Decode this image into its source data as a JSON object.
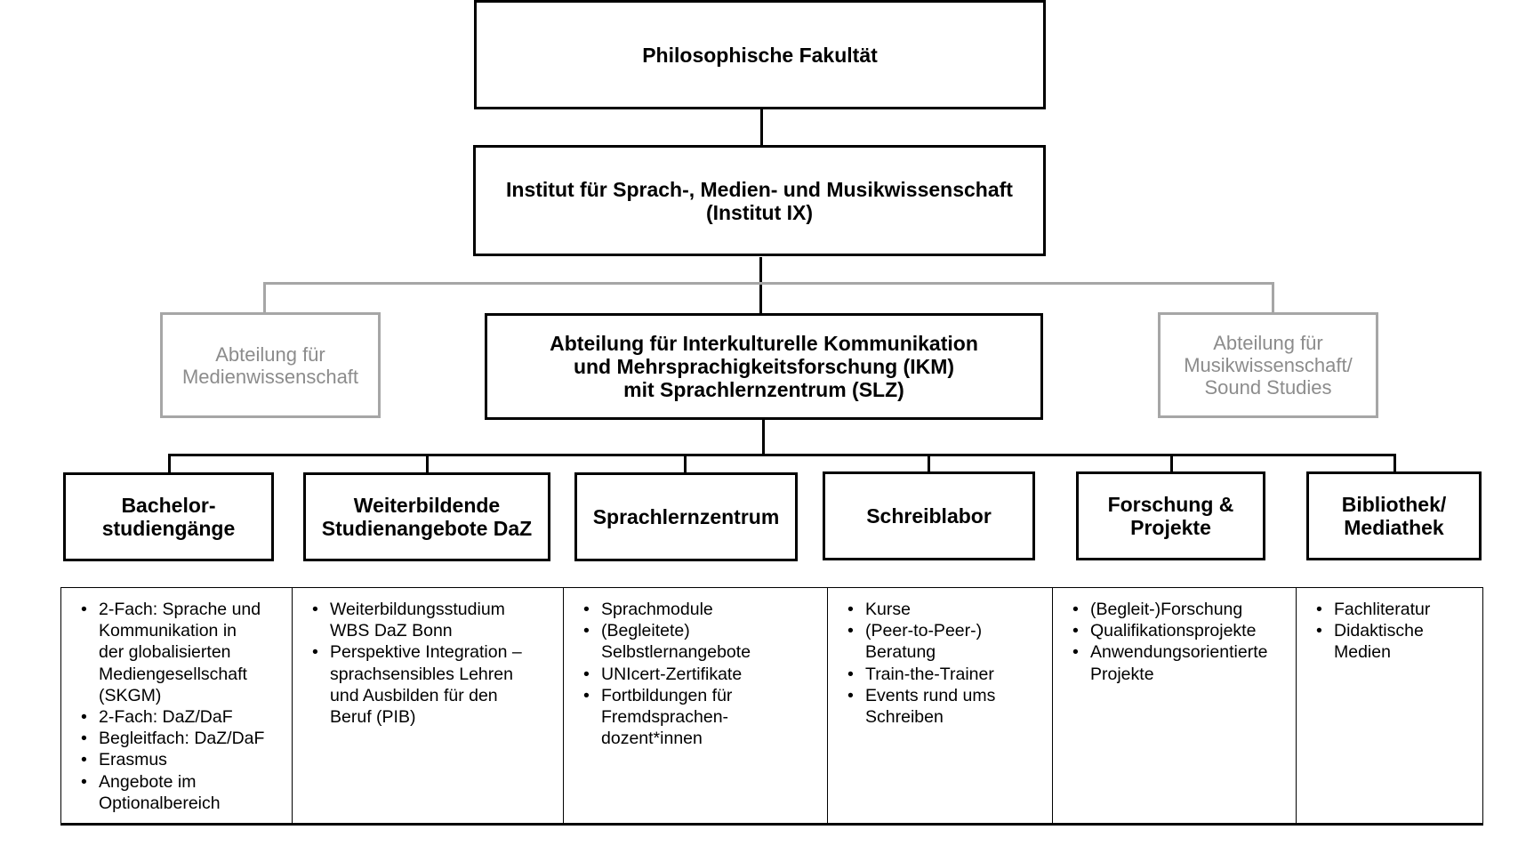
{
  "faculty": "Philosophische Fakultät",
  "institute": "Institut für Sprach-, Medien- und Musikwissenschaft\n(Institut IX)",
  "departments": {
    "media": "Abteilung für\nMedienwissenschaft",
    "ikm": "Abteilung für Interkulturelle Kommunikation\nund Mehrsprachigkeitsforschung (IKM)\nmit Sprachlernzentrum (SLZ)",
    "music": "Abteilung für\nMusikwissenschaft/\nSound Studies"
  },
  "units": [
    {
      "title": "Bachelor-\nstudiengänge",
      "items": [
        "2-Fach: Sprache und\nKommunikation  in\nder globalisierten\nMediengesellschaft\n(SKGM)",
        "2-Fach: DaZ/DaF",
        "Begleitfach: DaZ/DaF",
        "Erasmus",
        "Angebote im\nOptionalbereich"
      ]
    },
    {
      "title": "Weiterbildende\nStudienangebote DaZ",
      "items": [
        "Weiterbildungsstudium\nWBS DaZ Bonn",
        "Perspektive Integration –\nsprachsensibles Lehren\nund Ausbilden  für den\nBeruf (PIB)"
      ]
    },
    {
      "title": "Sprachlernzentrum",
      "items": [
        "Sprachmodule",
        "(Begleitete)\nSelbstlernangebote",
        "UNIcert-Zertifikate",
        "Fortbildungen  für\nFremdsprachen-\ndozent*innen"
      ]
    },
    {
      "title": "Schreiblabor",
      "items": [
        "Kurse",
        "(Peer-to-Peer-)\nBeratung",
        "Train-the-Trainer",
        "Events rund ums\nSchreiben"
      ]
    },
    {
      "title": "Forschung &\nProjekte",
      "items": [
        "(Begleit-)Forschung",
        "Qualifikationsprojekte",
        "Anwendungsorientierte\nProjekte"
      ]
    },
    {
      "title": "Bibliothek/\nMediathek",
      "items": [
        "Fachliteratur",
        "Didaktische\nMedien"
      ]
    }
  ]
}
